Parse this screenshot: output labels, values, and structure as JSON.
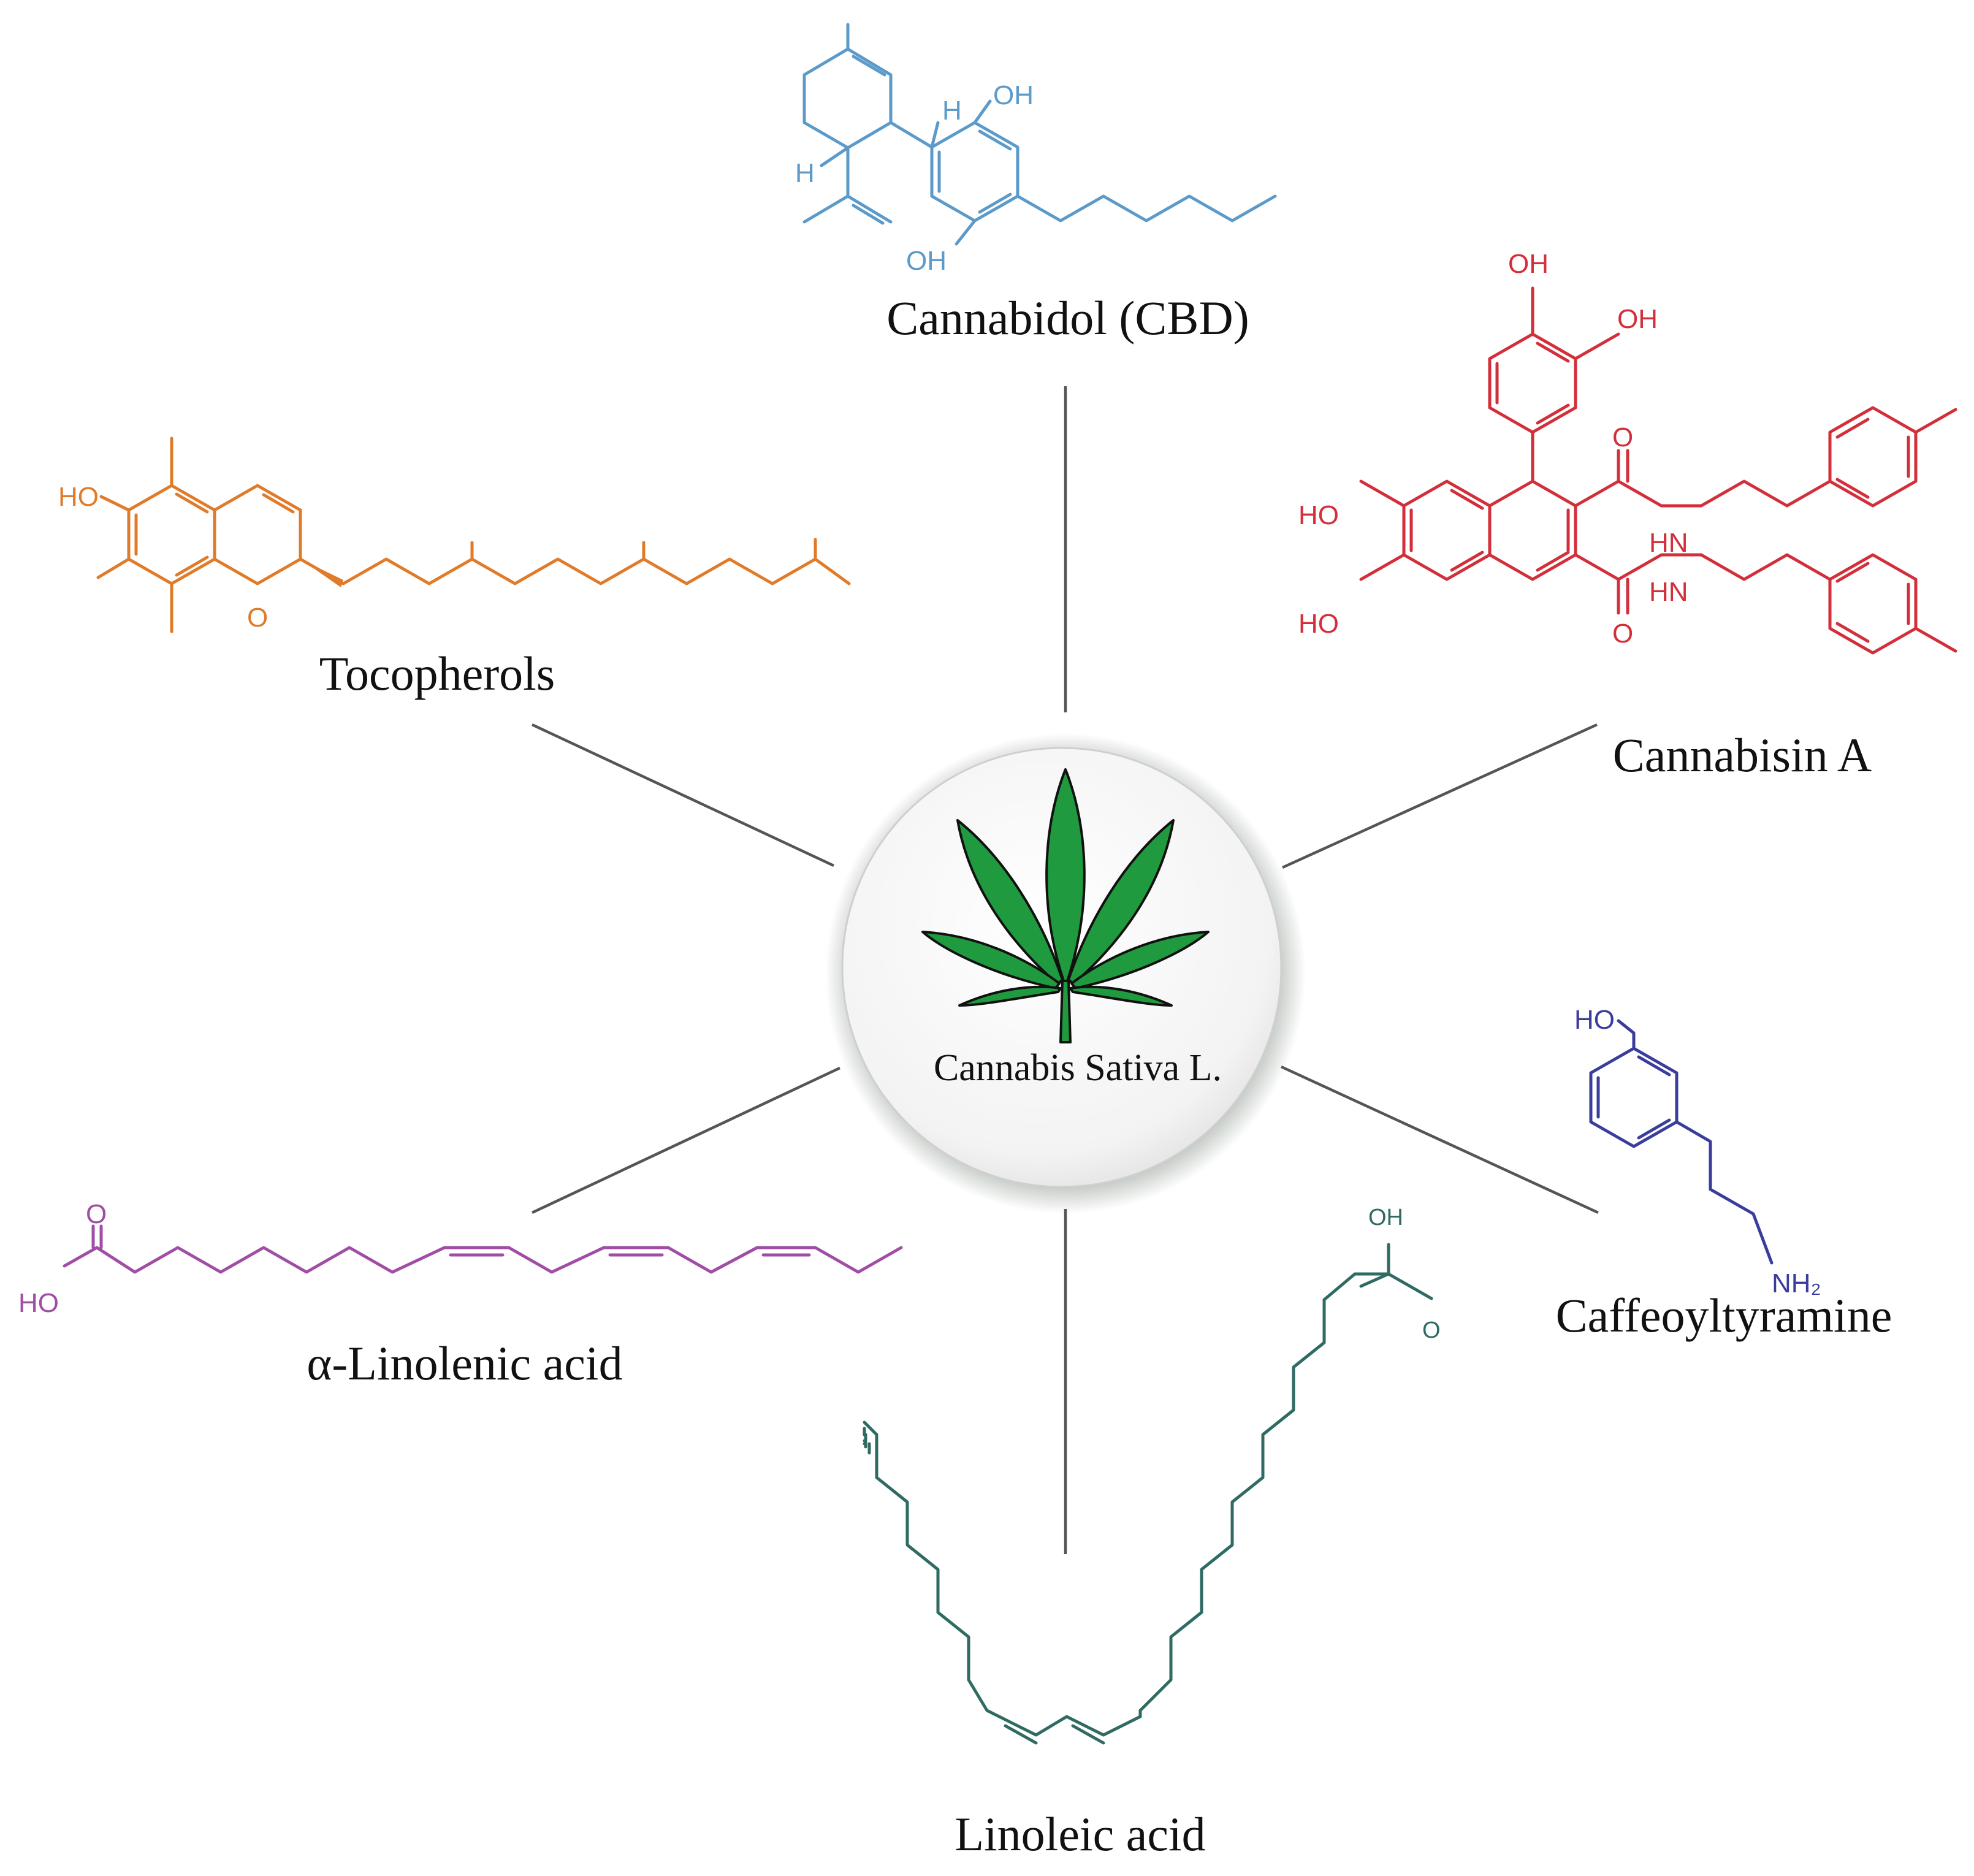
{
  "center": {
    "label": "Cannabis Sativa L.",
    "leaf_color": "#1f9a3e"
  },
  "molecules": {
    "cbd": {
      "name": "Cannabidol (CBD)",
      "color": "#5b9ac9",
      "atoms": {
        "oh_top": "OH",
        "oh_bottom": "OH",
        "h_top": "H",
        "h_left": "H"
      }
    },
    "cannabisin": {
      "name": "Cannabisin A",
      "color": "#d32f3a",
      "atoms": {
        "oh1": "OH",
        "oh2": "OH",
        "ho1": "HO",
        "ho2": "HO",
        "hn1": "HN",
        "hn2": "HN",
        "o1": "O",
        "o2": "O"
      }
    },
    "tocopherols": {
      "name": "Tocopherols",
      "color": "#e07b2a",
      "atoms": {
        "ho": "HO",
        "o": "O"
      }
    },
    "caffeoyl": {
      "name": "Caffeoyltyramine",
      "color": "#3a3d9c",
      "atoms": {
        "ho": "HO",
        "nh2": "NH₂"
      }
    },
    "alinolenic": {
      "name": "α-Linolenic acid",
      "color": "#a04da6",
      "atoms": {
        "o": "O",
        "ho": "HO"
      }
    },
    "linoleic": {
      "name": "Linoleic acid",
      "color": "#2f6b63",
      "atoms": {
        "oh": "OH",
        "o": "O"
      }
    }
  }
}
